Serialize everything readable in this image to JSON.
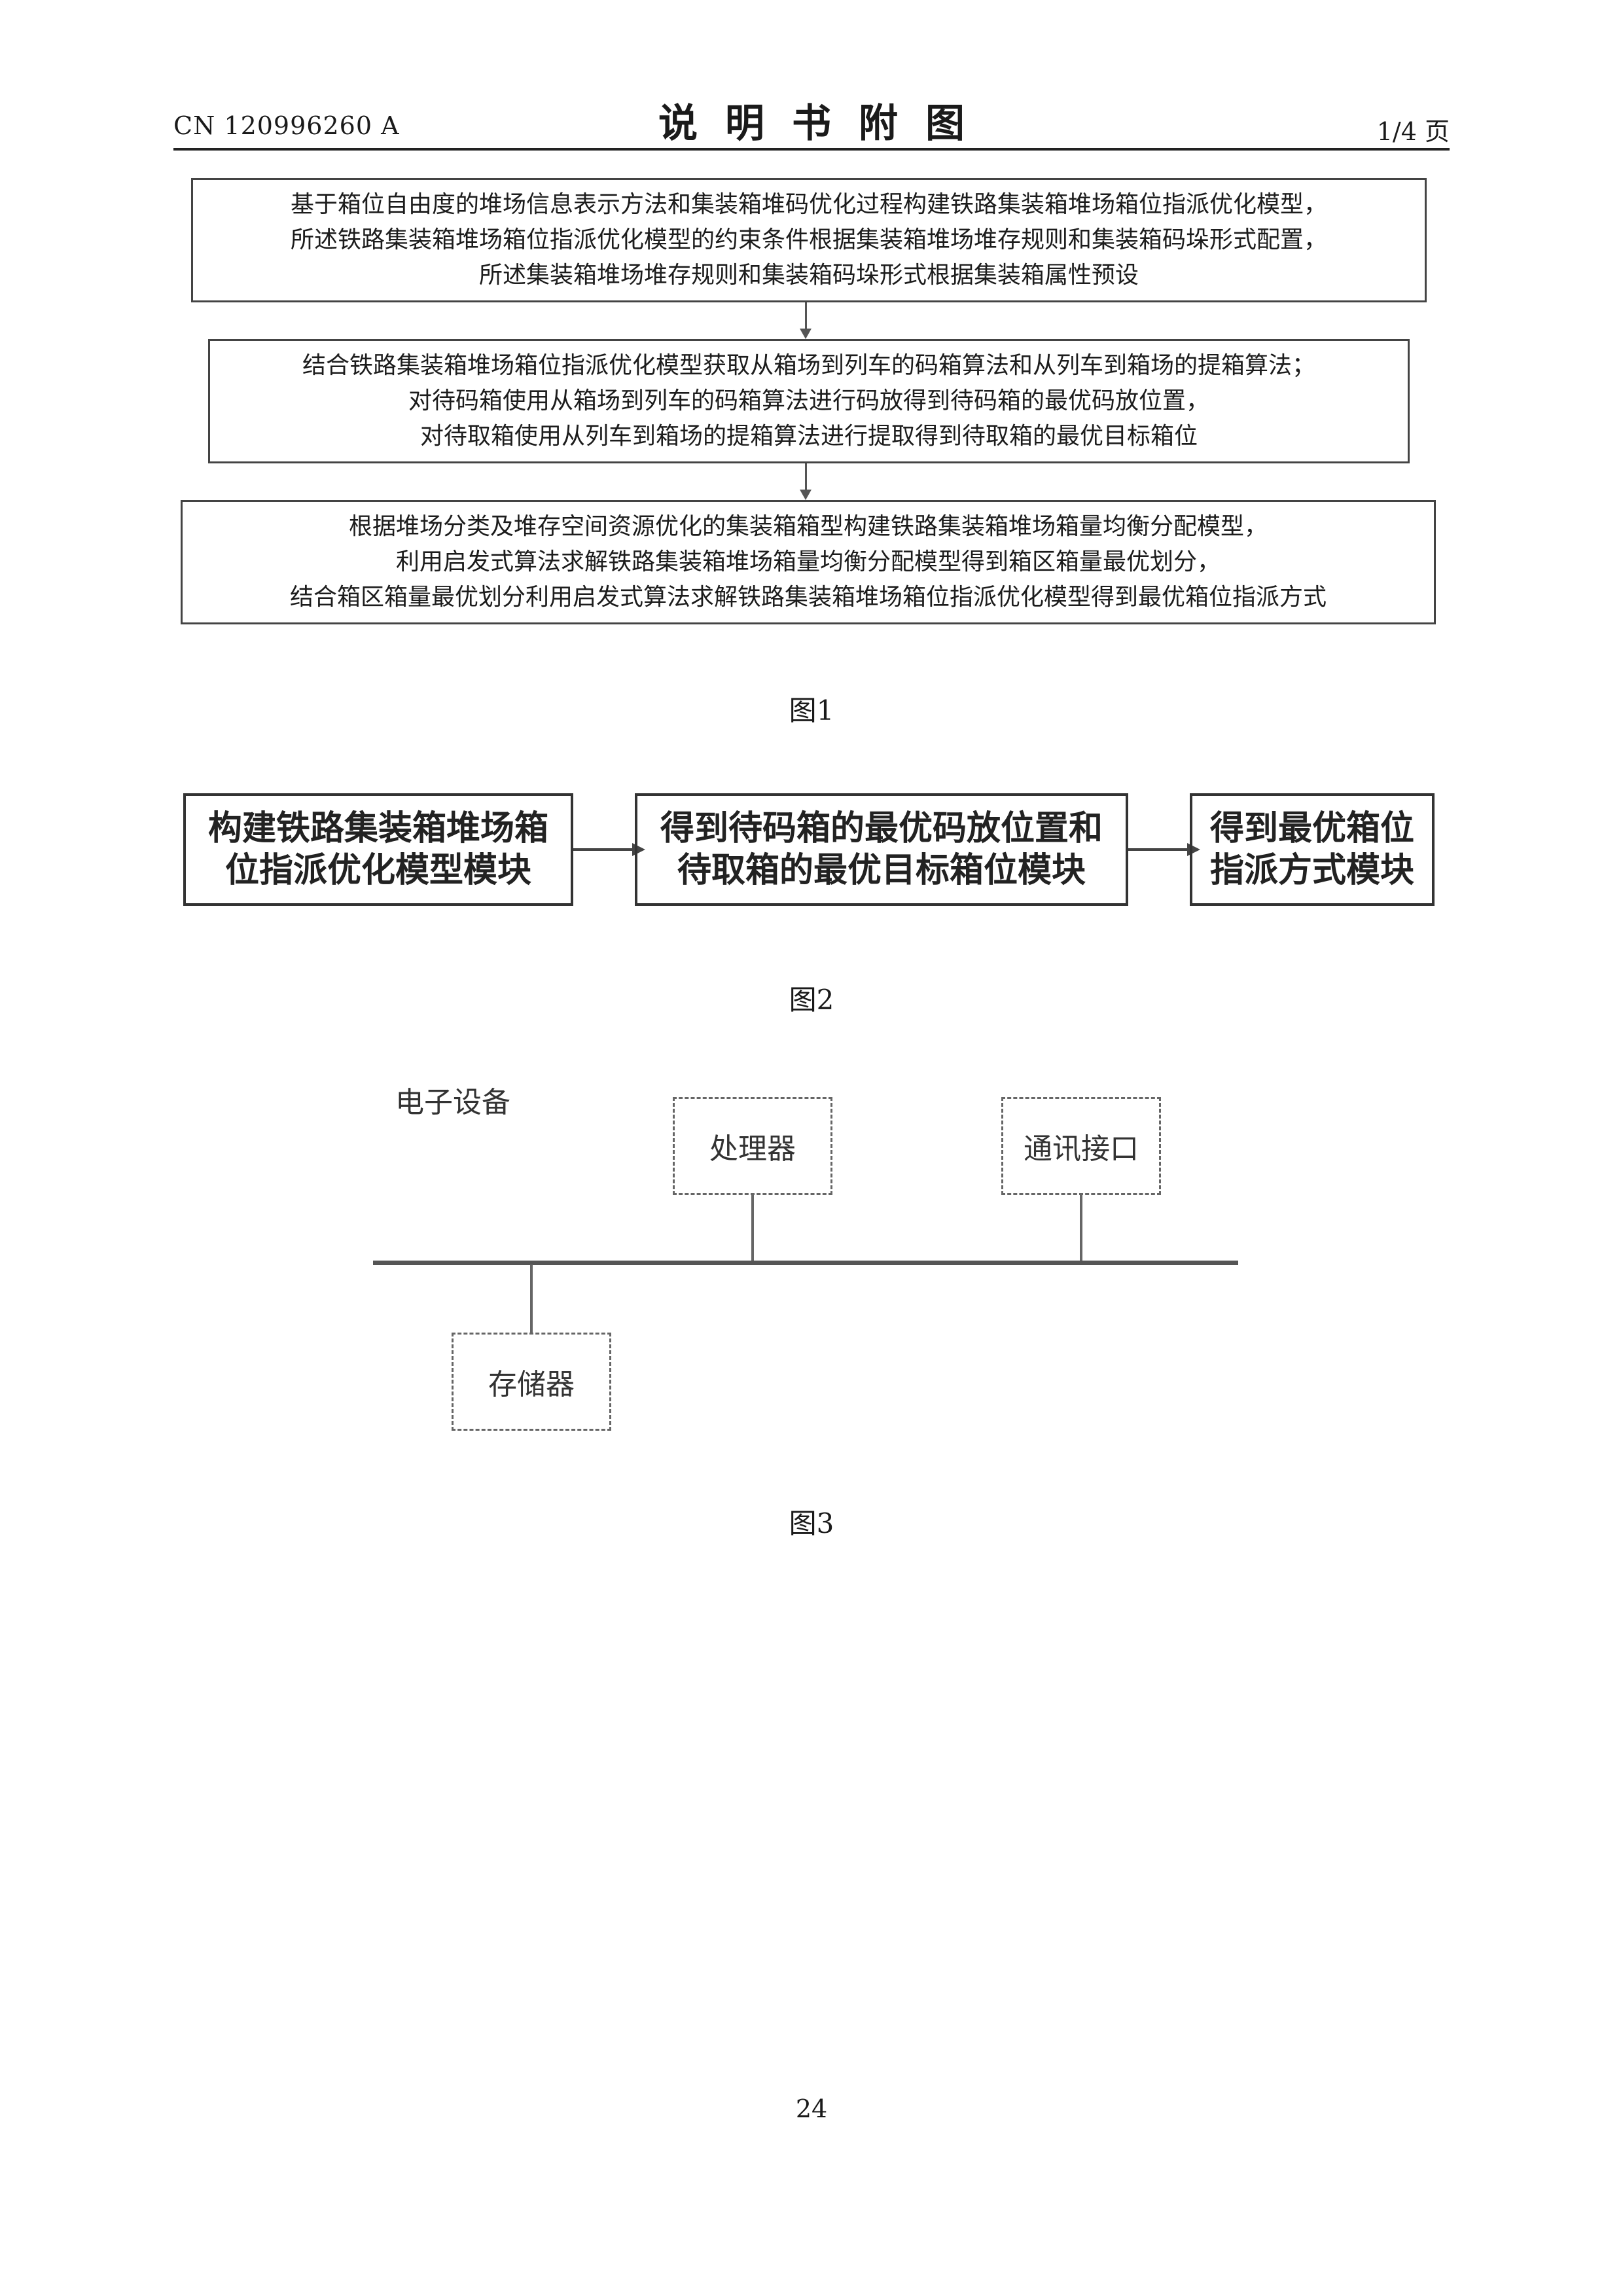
{
  "header": {
    "doc_number": "CN 120996260 A",
    "title": "说明书附图",
    "page_info": "1/4 页"
  },
  "figure1": {
    "boxes": [
      {
        "lines": [
          "基于箱位自由度的堆场信息表示方法和集装箱堆码优化过程构建铁路集装箱堆场箱位指派优化模型，",
          "所述铁路集装箱堆场箱位指派优化模型的约束条件根据集装箱堆场堆存规则和集装箱码垛形式配置，",
          "所述集装箱堆场堆存规则和集装箱码垛形式根据集装箱属性预设"
        ]
      },
      {
        "lines": [
          "结合铁路集装箱堆场箱位指派优化模型获取从箱场到列车的码箱算法和从列车到箱场的提箱算法；",
          "对待码箱使用从箱场到列车的码箱算法进行码放得到待码箱的最优码放位置，",
          "对待取箱使用从列车到箱场的提箱算法进行提取得到待取箱的最优目标箱位"
        ]
      },
      {
        "lines": [
          "根据堆场分类及堆存空间资源优化的集装箱箱型构建铁路集装箱堆场箱量均衡分配模型，",
          "利用启发式算法求解铁路集装箱堆场箱量均衡分配模型得到箱区箱量最优划分，",
          "结合箱区箱量最优划分利用启发式算法求解铁路集装箱堆场箱位指派优化模型得到最优箱位指派方式"
        ]
      }
    ],
    "caption": "图1"
  },
  "figure2": {
    "modules": [
      {
        "lines": [
          "构建铁路集装箱堆场箱",
          "位指派优化模型模块"
        ]
      },
      {
        "lines": [
          "得到待码箱的最优码放位置和",
          "待取箱的最优目标箱位模块"
        ]
      },
      {
        "lines": [
          "得到最优箱位",
          "指派方式模块"
        ]
      }
    ],
    "caption": "图2"
  },
  "figure3": {
    "device_label": "电子设备",
    "processor": "处理器",
    "comm_interface": "通讯接口",
    "memory": "存储器",
    "caption": "图3"
  },
  "footer": {
    "page_number": "24"
  }
}
